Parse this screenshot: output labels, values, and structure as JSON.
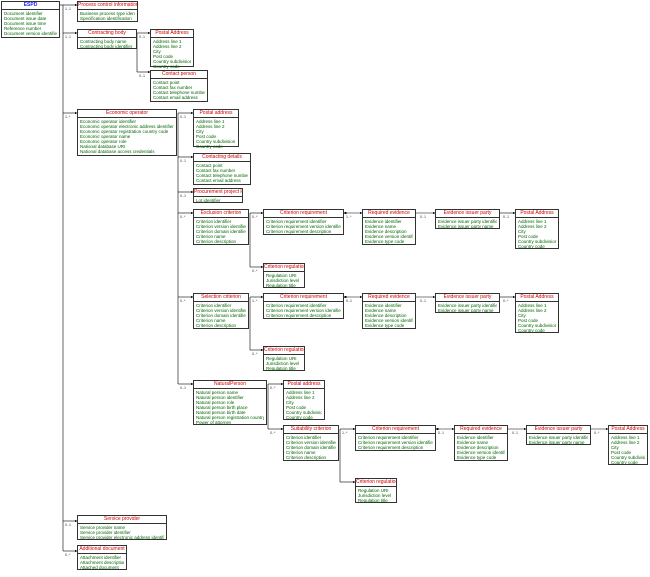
{
  "diagram": {
    "nodes": [
      {
        "id": "espd",
        "title": "ESPD",
        "attributes": [
          "Document identifier",
          "Document issue date",
          "Document issue time",
          "Reference number",
          "Document version identifier"
        ]
      },
      {
        "id": "process-control",
        "title": "Process control information",
        "attributes": [
          "Business process type identifier",
          "Specification identification"
        ]
      },
      {
        "id": "contracting-body",
        "title": "Contracting body",
        "attributes": [
          "Contracting body name",
          "Contracting body identifier"
        ]
      },
      {
        "id": "cb-postal-address",
        "title": "Postal Address",
        "attributes": [
          "Address line 1",
          "Address line 2",
          "City",
          "Post code",
          "Country subdivision",
          "Country code"
        ]
      },
      {
        "id": "contact-person",
        "title": "Contact person",
        "attributes": [
          "Contact point",
          "Contact fax number",
          "Contact telephone number",
          "Contact email address"
        ]
      },
      {
        "id": "economic-operator",
        "title": "Economic operator",
        "attributes": [
          "Economic operator identifier",
          "Economic operator electronic address identifier",
          "Economic operator registration country code",
          "Economic operator name",
          "Economic operator role",
          "National database URI",
          "National database access credentials"
        ]
      },
      {
        "id": "eo-postal-address",
        "title": "Postal address",
        "attributes": [
          "Address line 1",
          "Address line 2",
          "City",
          "Post code",
          "Country subdivision",
          "Country code"
        ]
      },
      {
        "id": "contacting-details",
        "title": "Contacting details",
        "attributes": [
          "Contact point",
          "Contact fax number",
          "Contact telephone number",
          "Contact email address"
        ]
      },
      {
        "id": "procurement-project-lot",
        "title": "Procurement project lot",
        "attributes": [
          "Lot identifier"
        ]
      },
      {
        "id": "exclusion-criterion",
        "title": "Exclusion criterion",
        "attributes": [
          "Criterion identifier",
          "Criterion version identifier",
          "Criterion domain identifier",
          "Criterion name",
          "Criterion description"
        ]
      },
      {
        "id": "excl-criterion-requirement",
        "title": "Criterion requirement",
        "attributes": [
          "Criterion requirement identifier",
          "Criterion requirement version identifier",
          "Criterion requirement description"
        ]
      },
      {
        "id": "excl-required-evidence",
        "title": "Required evidence",
        "attributes": [
          "Evidence identifier",
          "Evidence name",
          "Evidence description",
          "Evidence version identifier",
          "Evidence type code"
        ]
      },
      {
        "id": "excl-evidence-issuer",
        "title": "Evidence issuer party",
        "attributes": [
          "Evidence issuer party identifier",
          "Evidence issuer party name"
        ]
      },
      {
        "id": "excl-postal-address",
        "title": "Postal Address",
        "attributes": [
          "Address line 1",
          "Address line 2",
          "City",
          "Post code",
          "Country subdivision",
          "Country code"
        ]
      },
      {
        "id": "excl-criterion-regulation",
        "title": "Criterion regulation",
        "attributes": [
          "Regulation URI",
          "Jurisdiction level",
          "Regulation title"
        ]
      },
      {
        "id": "selection-criterion",
        "title": "Selection criterion",
        "attributes": [
          "Criterion identifier",
          "Criterion version identifier",
          "Criterion domain identifier",
          "Criterion name",
          "Criterion description"
        ]
      },
      {
        "id": "sel-criterion-requirement",
        "title": "Criterion requirement",
        "attributes": [
          "Criterion requirement identifier",
          "Criterion requirement version identifier",
          "Criterion requirement description"
        ]
      },
      {
        "id": "sel-required-evidence",
        "title": "Required evidence",
        "attributes": [
          "Evidence identifier",
          "Evidence name",
          "Evidence description",
          "Evidence version identifier",
          "Evidence type code"
        ]
      },
      {
        "id": "sel-evidence-issuer",
        "title": "Evidence issuer party",
        "attributes": [
          "Evidence issuer party identifier",
          "Evidence issuer party name"
        ]
      },
      {
        "id": "sel-postal-address",
        "title": "Postal Address",
        "attributes": [
          "Address line 1",
          "Address line 2",
          "City",
          "Post code",
          "Country subdivision",
          "Country code"
        ]
      },
      {
        "id": "sel-criterion-regulation",
        "title": "Criterion regulation",
        "attributes": [
          "Regulation URI",
          "Jurisdiction level",
          "Regulation title"
        ]
      },
      {
        "id": "natural-person",
        "title": "NaturalPerson",
        "attributes": [
          "Natural person name",
          "Natural person identifier",
          "Natural person role",
          "Natural person birth place",
          "Natural person birth date",
          "Natural person registration country",
          "Power of attorney"
        ]
      },
      {
        "id": "np-postal-address",
        "title": "Postal address",
        "attributes": [
          "Address line 1",
          "Address line 2",
          "City",
          "Post code",
          "Country subdivision",
          "Country code"
        ]
      },
      {
        "id": "suitability-criterion",
        "title": "Suitability criterion",
        "attributes": [
          "Criterion identifier",
          "Criterion version identifier",
          "Criterion domain identifier",
          "Criterion name",
          "Criterion description"
        ]
      },
      {
        "id": "suit-criterion-requirement",
        "title": "Criterion requirement",
        "attributes": [
          "Criterion requirement identifier",
          "Criterion requirement version identifier",
          "Criterion requirement description"
        ]
      },
      {
        "id": "suit-required-evidence",
        "title": "Required evidence",
        "attributes": [
          "Evidence identifier",
          "Evidence name",
          "Evidence description",
          "Evidence version identifier",
          "Evidence type code"
        ]
      },
      {
        "id": "suit-evidence-issuer",
        "title": "Evidence issuer party",
        "attributes": [
          "Evidence issuer party identifier",
          "Evidence issuer party name"
        ]
      },
      {
        "id": "suit-postal-address",
        "title": "Postal Address",
        "attributes": [
          "Address line 1",
          "Address line 2",
          "City",
          "Post code",
          "Country subdivision",
          "Country code"
        ]
      },
      {
        "id": "suit-criterion-regulation",
        "title": "Criterion regulation",
        "attributes": [
          "Regulation URI",
          "Jurisdiction level",
          "Regulation title"
        ]
      },
      {
        "id": "service-provider",
        "title": "Service provider",
        "attributes": [
          "Service provider name",
          "Service provider identifier",
          "Service provider electronic address identifier"
        ]
      },
      {
        "id": "additional-document",
        "title": "Additional document",
        "attributes": [
          "Attachment identifier",
          "Attachment description",
          "Attached document"
        ]
      }
    ],
    "cardinalities": [
      "1..1",
      "1..1",
      "0..1",
      "0..1",
      "1..*",
      "0..1",
      "0..1",
      "0..1",
      "0..*",
      "0..*",
      "1..*",
      "0..1",
      "0..1",
      "0..*",
      "0..*",
      "1..*",
      "0..1",
      "0..1",
      "0..*",
      "0..*",
      "0..1",
      "0..*",
      "0..*",
      "1..*",
      "0..1",
      "0..1",
      "0..*",
      "0..1",
      "0..*"
    ]
  }
}
